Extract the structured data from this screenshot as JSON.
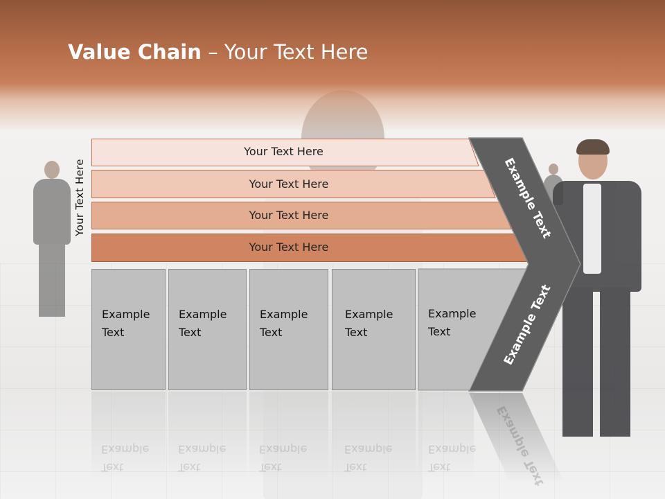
{
  "title": {
    "bold": "Value Chain",
    "rest": " – Your Text Here"
  },
  "side_label": "Your Text Here",
  "bars": [
    {
      "label": "Your Text Here"
    },
    {
      "label": "Your Text Here"
    },
    {
      "label": "Your Text Here"
    },
    {
      "label": "Your Text Here"
    }
  ],
  "boxes": [
    {
      "line1": "Example",
      "line2": "Text"
    },
    {
      "line1": "Example",
      "line2": "Text"
    },
    {
      "line1": "Example",
      "line2": "Text"
    },
    {
      "line1": "Example",
      "line2": "Text"
    },
    {
      "line1": "Example",
      "line2": "Text"
    }
  ],
  "chevron": {
    "top_label": "Example Text",
    "bottom_label": "Example Text"
  },
  "colors": {
    "header": "#b56d49",
    "bar1": "#f6e4dc",
    "bar2": "#efc9b6",
    "bar3": "#e3ad92",
    "bar4": "#cf8562",
    "box": "#bfbfbf",
    "chevron": "#5f5f5f"
  }
}
